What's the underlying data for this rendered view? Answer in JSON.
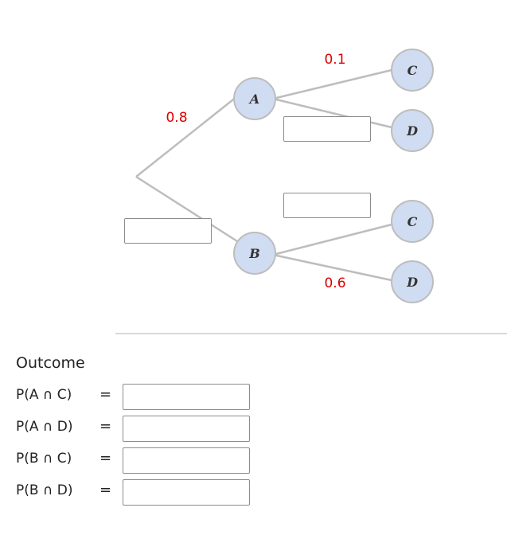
{
  "tree": {
    "nodes": {
      "A": "A",
      "B": "B",
      "AC": "C",
      "AD": "D",
      "BC": "C",
      "BD": "D"
    },
    "probabilities": {
      "root_to_A": "0.8",
      "A_to_C": "0.1",
      "B_to_D": "0.6"
    },
    "blank_inputs": {
      "root_to_B": "",
      "A_to_D": "",
      "B_to_C": ""
    },
    "colors": {
      "node_fill": "#cfdcf1",
      "branch": "#bdbdbd",
      "probability_text": "#dd0000"
    }
  },
  "outcomes": {
    "heading": "Outcome",
    "equals": "=",
    "rows": [
      {
        "label": "P(A ∩ C)",
        "value": ""
      },
      {
        "label": "P(A ∩ D)",
        "value": ""
      },
      {
        "label": "P(B ∩ C)",
        "value": ""
      },
      {
        "label": "P(B ∩ D)",
        "value": ""
      }
    ]
  }
}
